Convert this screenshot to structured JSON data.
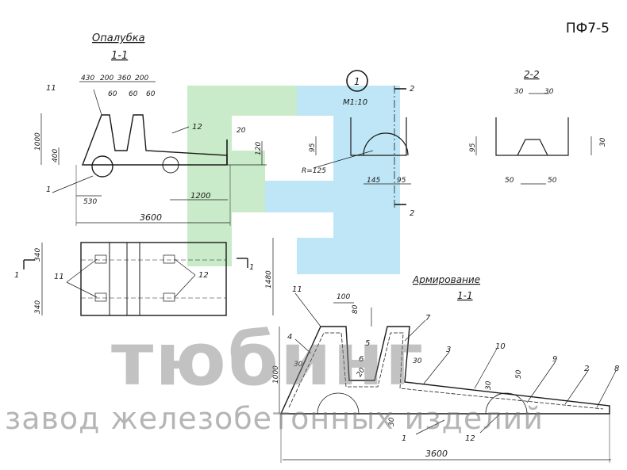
{
  "sheet": {
    "code": "ПФ7-5",
    "views": {
      "formwork_title": "Опалубка",
      "formwork_section": "1-1",
      "node_number": "1",
      "node_scale": "М1:10",
      "section22_title": "2-2",
      "reinforcement_title": "Армирование",
      "reinforcement_section": "1-1",
      "plan_marker": "1"
    },
    "dims_formwork": {
      "top": [
        "430",
        "200",
        "360",
        "200"
      ],
      "inner": [
        "60",
        "60",
        "60"
      ],
      "h_total": "1000",
      "h_low": "400",
      "r": "530",
      "tail": "1200",
      "length": "3600",
      "end_h": "120",
      "end_w": "20"
    },
    "dims_node": {
      "h": "95",
      "radius": "R=125",
      "w1": "145",
      "w2": "95",
      "cut": "2"
    },
    "dims_s22": {
      "w1": "30",
      "w2": "30",
      "h": "95",
      "right": "30",
      "b1": "50",
      "b2": "50"
    },
    "dims_plan": {
      "w1": "340",
      "w2": "340",
      "total": "1480"
    },
    "dims_reinf": {
      "top": "100",
      "side": "80",
      "cover1": "30",
      "cover2": "30",
      "cover3": "30",
      "h_total": "1000",
      "bottom": "30",
      "mid": "30",
      "right": "50",
      "length": "3600",
      "angle": "20"
    },
    "callouts": {
      "p1": "1",
      "p2": "2",
      "p3": "3",
      "p4": "4",
      "p5": "5",
      "p6": "6",
      "p7": "7",
      "p8": "8",
      "p9": "9",
      "p10": "10",
      "p11": "11",
      "p12": "12"
    },
    "watermark": {
      "brand": "тюбинг",
      "tagline": "завод железобетонных изделий"
    },
    "colors": {
      "logo_green": "#c9ebc9",
      "logo_blue": "#bfe6f6",
      "ink": "#1a1a1a"
    }
  }
}
